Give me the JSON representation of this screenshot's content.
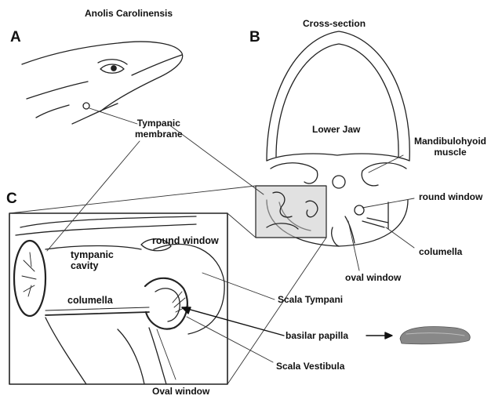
{
  "title_a": "Anolis Carolinensis",
  "title_b": "Cross-section",
  "panels": {
    "a": "A",
    "b": "B",
    "c": "C"
  },
  "labels": {
    "tympanic_membrane": "Tympanic\nmembrane",
    "lower_jaw": "Lower Jaw",
    "mandibulohyoid_muscle": "Mandibulohyoid\nmuscle",
    "round_window_b": "round window",
    "columella_b": "columella",
    "oval_window_b": "oval window",
    "tympanic_cavity": "tympanic\ncavity",
    "round_window_c": "round window",
    "columella_c": "columella",
    "scala_tympani": "Scala Tympani",
    "basilar_papilla": "basilar papilla",
    "scala_vestibula": "Scala Vestibula",
    "oval_window_c": "Oval window"
  }
}
